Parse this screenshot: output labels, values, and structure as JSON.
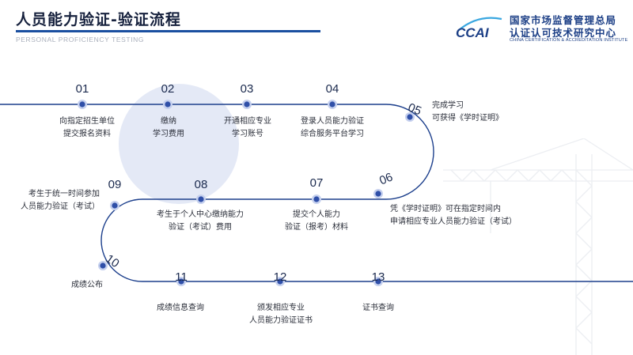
{
  "header": {
    "title": "人员能力验证-验证流程",
    "subtitle": "PERSONAL PROFICIENCY TESTING"
  },
  "logo": {
    "mark_text": "CCAI",
    "line1": "国家市场监督管理总局",
    "line2": "认证认可技术研究中心",
    "english": "CHINA CERTIFICATION & ACCREDITATION INSTITUTE"
  },
  "colors": {
    "path_line": "#1c3f8c",
    "dot_fill": "#2f4fa8",
    "dot_halo": "#c5d0ee",
    "bubble": "#dfe5f5",
    "title_rule": "#1a4fa0"
  },
  "steps": [
    {
      "num": "01",
      "lines": [
        "向指定招生单位",
        "提交报名资料"
      ]
    },
    {
      "num": "02",
      "lines": [
        "缴纳",
        "学习费用"
      ]
    },
    {
      "num": "03",
      "lines": [
        "开通相应专业",
        "学习账号"
      ]
    },
    {
      "num": "04",
      "lines": [
        "登录人员能力验证",
        "综合服务平台学习"
      ]
    },
    {
      "num": "05",
      "lines": [
        "完成学习",
        "可获得《学时证明》"
      ]
    },
    {
      "num": "06",
      "lines": [
        "凭《学时证明》可在指定时间内",
        "申请相应专业人员能力验证（考试）"
      ]
    },
    {
      "num": "07",
      "lines": [
        "提交个人能力",
        "验证（报考）材料"
      ]
    },
    {
      "num": "08",
      "lines": [
        "考生于个人中心缴纳能力",
        "验证（考试）费用"
      ]
    },
    {
      "num": "09",
      "lines": [
        "考生于统一时间参加",
        "人员能力验证（考试）"
      ]
    },
    {
      "num": "10",
      "lines": [
        "成绩公布"
      ]
    },
    {
      "num": "11",
      "lines": [
        "成绩信息查询"
      ]
    },
    {
      "num": "12",
      "lines": [
        "颁发相应专业",
        "人员能力验证证书"
      ]
    },
    {
      "num": "13",
      "lines": [
        "证书查询"
      ]
    }
  ]
}
